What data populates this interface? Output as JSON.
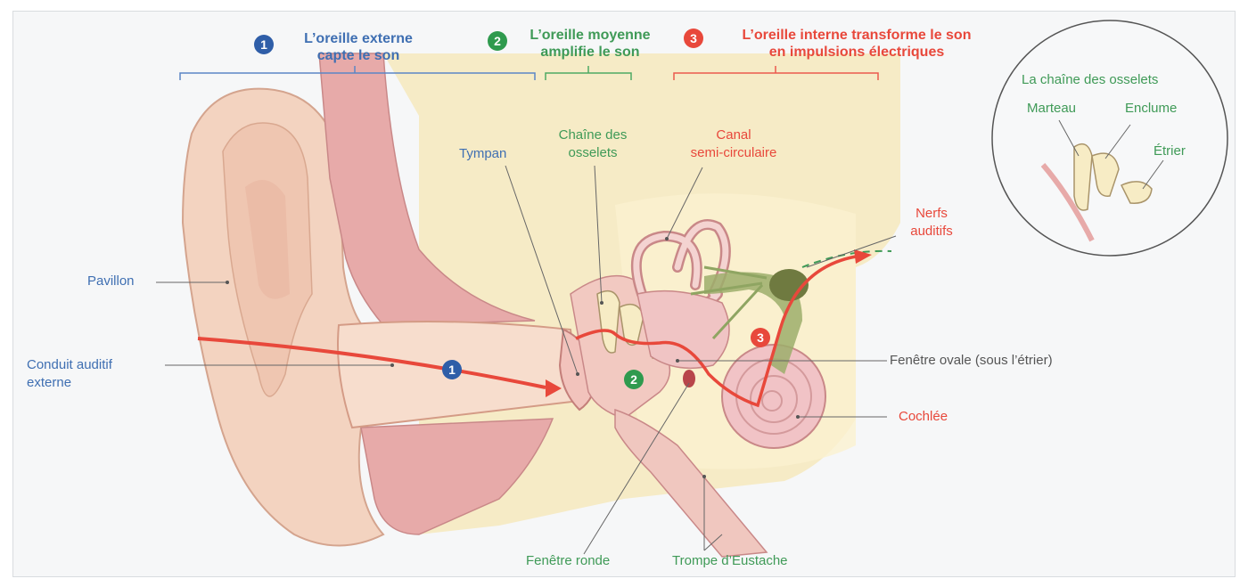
{
  "headers": {
    "outer": {
      "number": "1",
      "line1": "L’oreille externe",
      "line2": "capte le son"
    },
    "middle": {
      "number": "2",
      "line1": "L’oreille moyenne",
      "line2": "amplifie le son"
    },
    "inner": {
      "number": "3",
      "line1": "L’oreille interne transforme le son",
      "line2": "en impulsions électriques"
    }
  },
  "labels": {
    "pavillon": "Pavillon",
    "conduit_line1": "Conduit auditif",
    "conduit_line2": "externe",
    "tympan": "Tympan",
    "chaine_line1": "Chaîne des",
    "chaine_line2": "osselets",
    "canal_line1": "Canal",
    "canal_line2": "semi-circulaire",
    "nerfs_line1": "Nerfs",
    "nerfs_line2": "auditifs",
    "fenetre_ovale": "Fenêtre ovale (sous l’étrier)",
    "cochlee": "Cochlée",
    "fenetre_ronde": "Fenêtre ronde",
    "trompe": "Trompe d’Eustache"
  },
  "markers": {
    "m1": "1",
    "m2": "2",
    "m3": "3"
  },
  "inset": {
    "title": "La chaîne des osselets",
    "marteau": "Marteau",
    "enclume": "Enclume",
    "etrier": "Étrier"
  },
  "colors": {
    "outer": "#3f6fb2",
    "middle": "#3f9a57",
    "inner": "#e8483b",
    "skin": "#f3d7c6",
    "flesh": "#e3a6a6",
    "bone": "#f6e7b5"
  }
}
